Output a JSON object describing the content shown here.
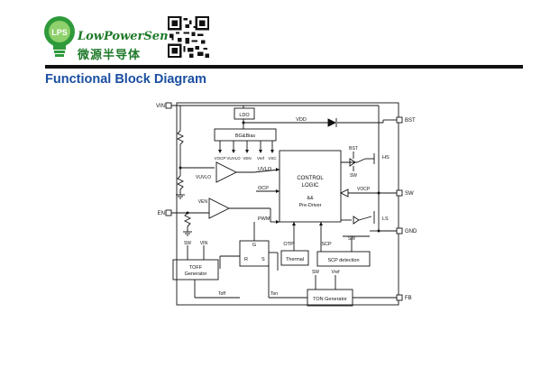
{
  "header": {
    "brand_name_en": "LowPowerSemi",
    "brand_name_cn": "微源半导体",
    "logo_icon": "lightbulb-logo-icon",
    "qr_icon": "qr-code-icon"
  },
  "title": "Functional Block Diagram",
  "pins": {
    "vin": "VIN",
    "en": "EN",
    "bst": "BST",
    "sw": "SW",
    "gnd": "GND",
    "fb": "FB"
  },
  "blocks": {
    "ldo": "LDO",
    "bgbias": "BG&Bias",
    "control_1": "CONTROL",
    "control_2": "LOGIC",
    "control_3": "&&",
    "control_4": "Pre-Driver",
    "toff_1": "TOFF",
    "toff_2": "Generator",
    "thermal": "Thermal",
    "scp": "SCP detection",
    "ton": "TON Generator",
    "latch_g": "G",
    "latch_r": "R",
    "latch_s": "S"
  },
  "signals": {
    "vdd": "VDD",
    "uvlo": "UVLO",
    "ocp": "OCP",
    "pwm": "PWM",
    "otp": "OTP",
    "scp": "SCP",
    "hs": "HS",
    "ls": "LS",
    "bst_small": "BST",
    "sw_a": "SW",
    "sw_b": "SW",
    "sw_c": "SW",
    "sw_d": "SW",
    "vin_a": "VIN",
    "toff": "Toff",
    "ton": "Ton",
    "vuvlo": "VUVLO",
    "vocp": "VOCP",
    "ven": "VEN",
    "vref": "Vref",
    "v_list": [
      "VOCP",
      "VUVLO",
      "VEN",
      "Vref",
      "VSC"
    ]
  }
}
